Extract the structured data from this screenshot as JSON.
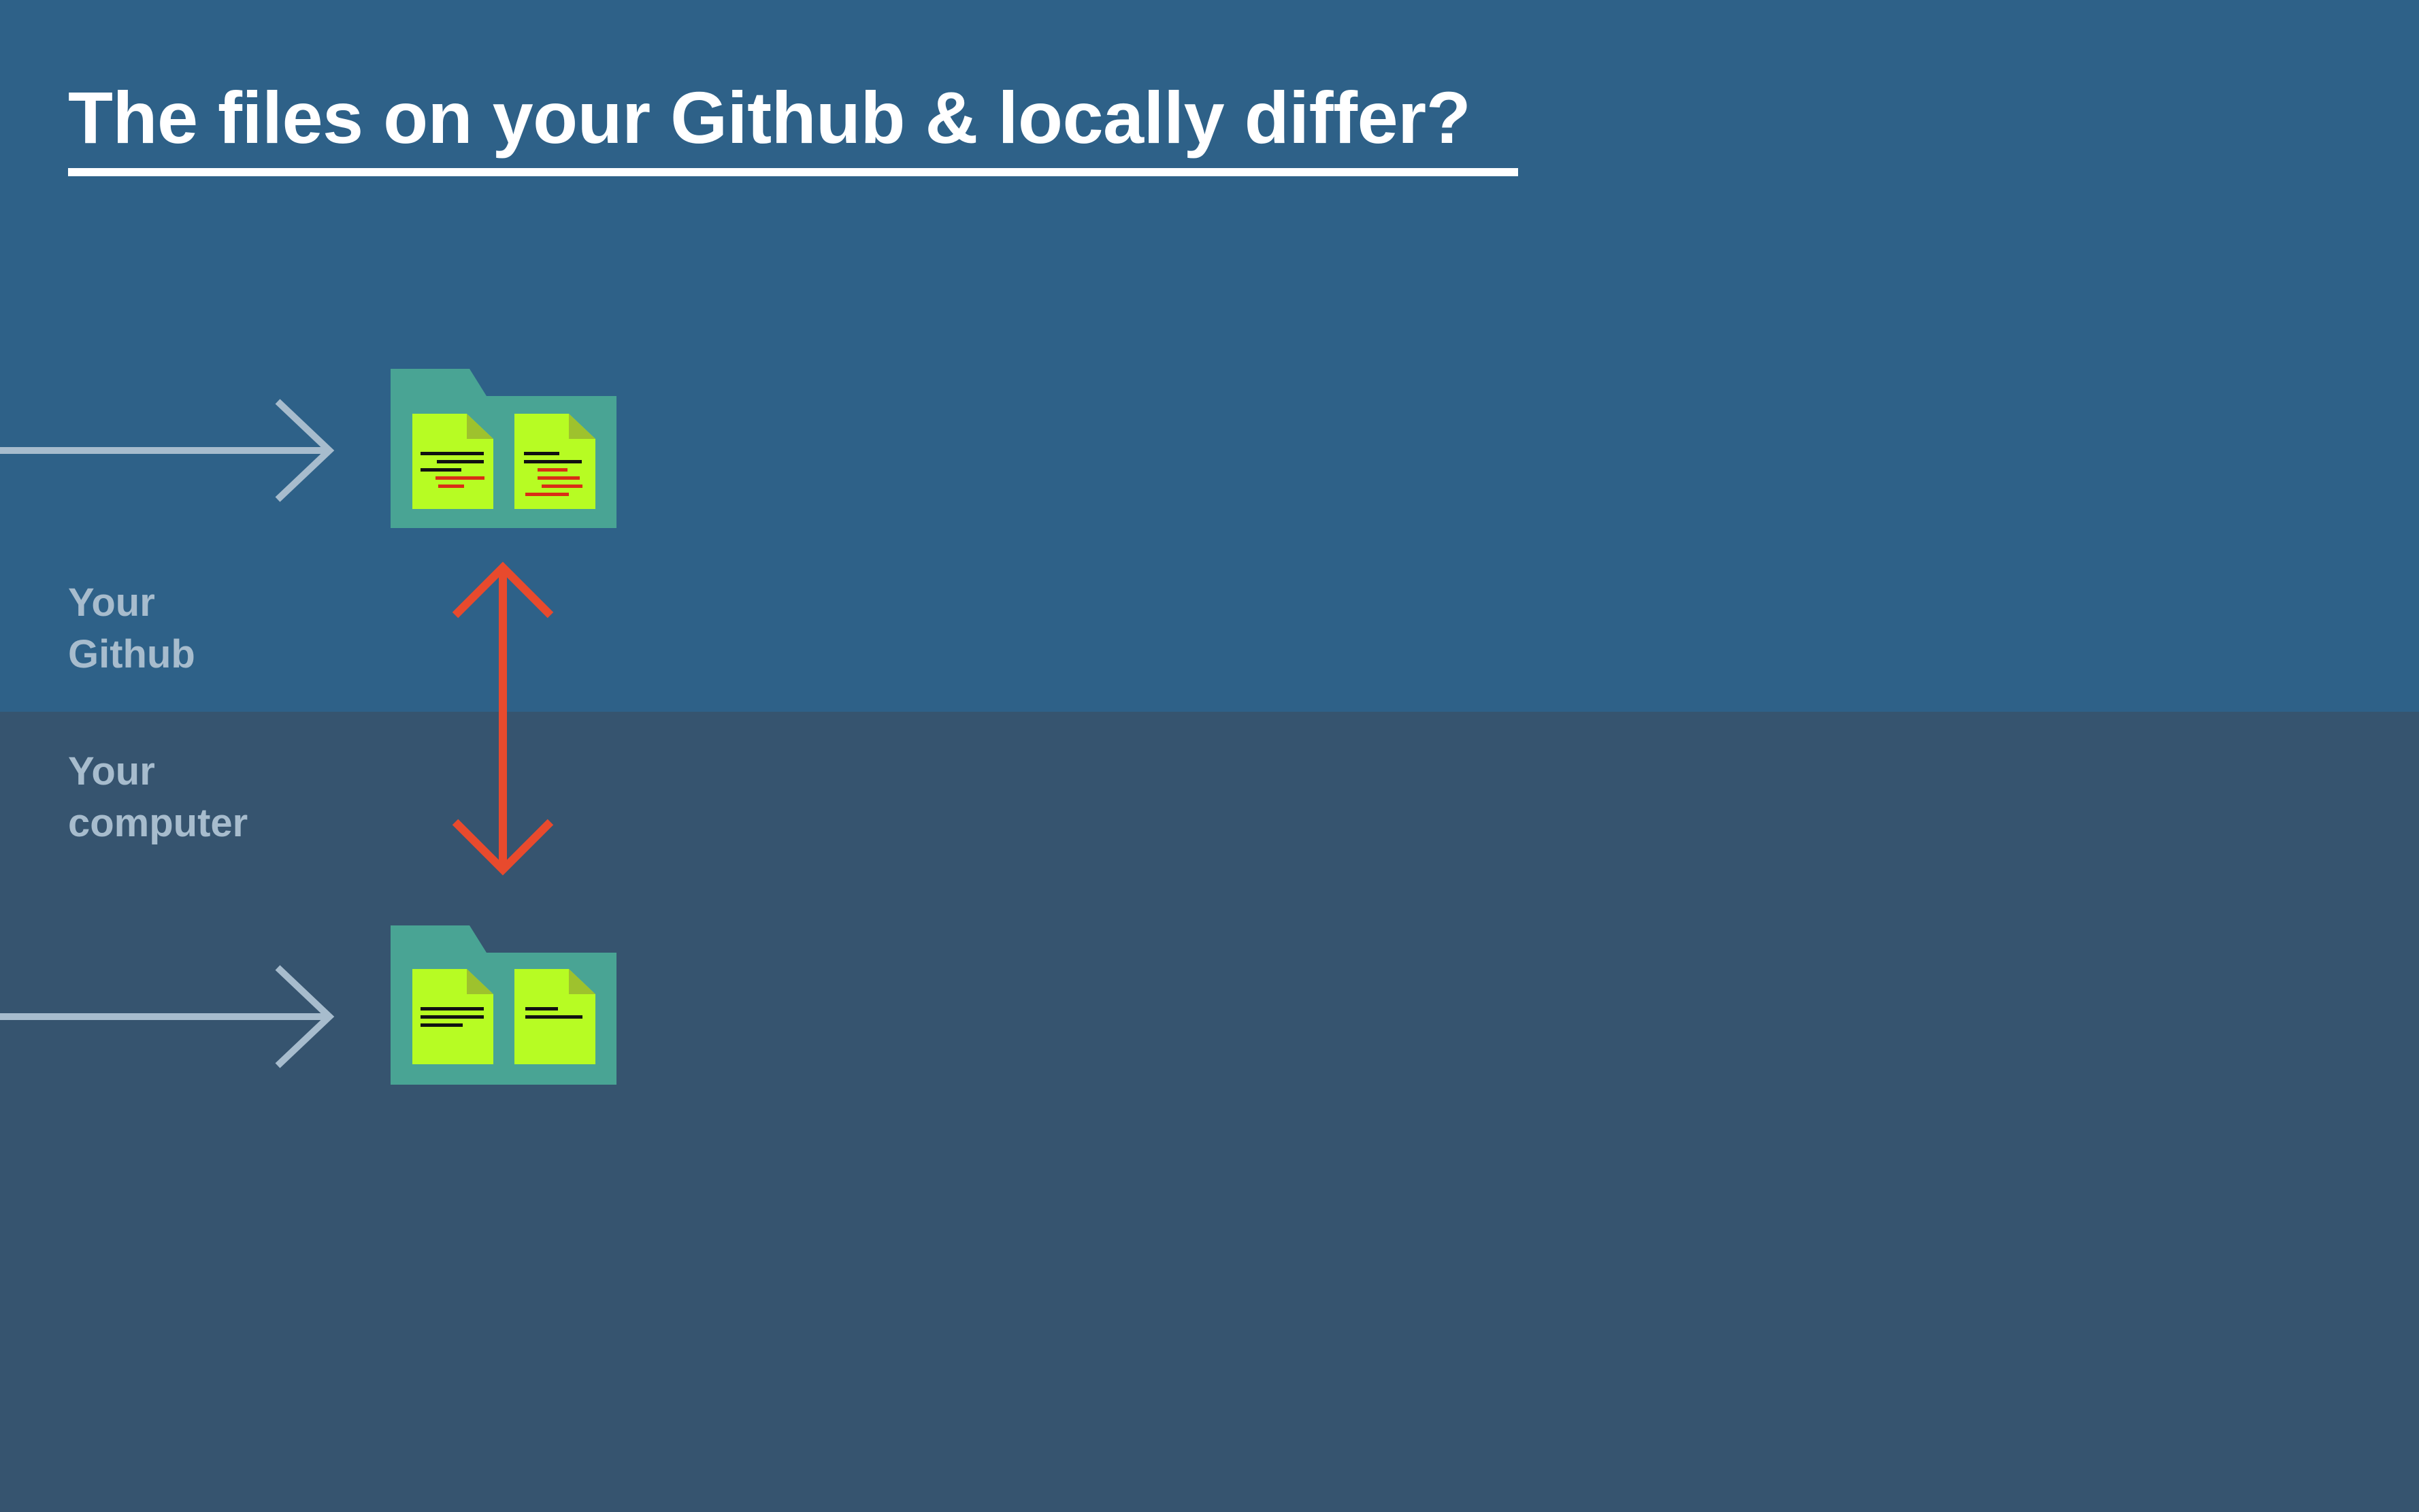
{
  "title": "The files on your Github & locally differ?",
  "labels": {
    "github_line1": "Your",
    "github_line2": "Github",
    "computer_line1": "Your",
    "computer_line2": "computer"
  },
  "colors": {
    "github_band": "#2e6188",
    "computer_band": "#36546f",
    "folder": "#49a494",
    "file": "#b7fc23",
    "file_fold": "#9ec22d",
    "text_line": "#111111",
    "changed_line": "#d92e16",
    "diff_arrow": "#e84a2d",
    "input_arrow": "#a7bccd",
    "title": "#ffffff",
    "label": "#a7bccd"
  },
  "icons": {
    "github_folder": "folder-icon",
    "computer_folder": "folder-icon",
    "diff_arrow": "double-arrow-icon",
    "input_arrow": "arrow-right-icon"
  }
}
